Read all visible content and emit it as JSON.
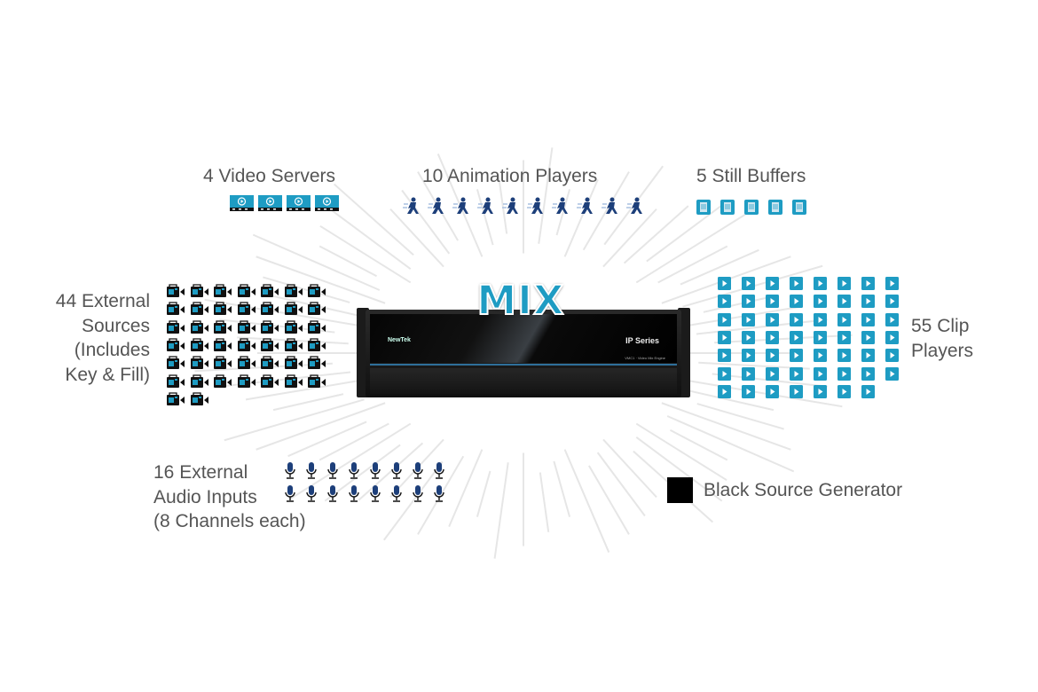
{
  "title_badge": "MIX",
  "device": {
    "brand": "NewTek",
    "series": "IP Series",
    "model": "VMC1 · Video Mix Engine"
  },
  "groups": {
    "video_servers": {
      "label": "4 Video Servers",
      "count": 4,
      "icon": "video-server-icon"
    },
    "animation_players": {
      "label": "10 Animation Players",
      "count": 10,
      "icon": "running-figure-icon"
    },
    "still_buffers": {
      "label": "5 Still Buffers",
      "count": 5,
      "icon": "still-image-icon"
    },
    "external_sources": {
      "label_lines": [
        "44 External",
        "Sources",
        "(Includes",
        "Key & Fill)"
      ],
      "count": 44,
      "icon": "camera-icon"
    },
    "clip_players": {
      "label_lines": [
        "55 Clip",
        "Players"
      ],
      "count": 55,
      "icon": "play-icon"
    },
    "audio_inputs": {
      "label_lines": [
        "16 External",
        "Audio Inputs",
        "(8 Channels each)"
      ],
      "count": 16,
      "icon": "microphone-icon"
    },
    "black_source": {
      "label": "Black Source Generator",
      "count": 1,
      "icon": "black-square-icon"
    }
  },
  "colors": {
    "teal": "#1e9cc3",
    "navy": "#1d3f7a",
    "text": "#555555",
    "black": "#000000"
  }
}
